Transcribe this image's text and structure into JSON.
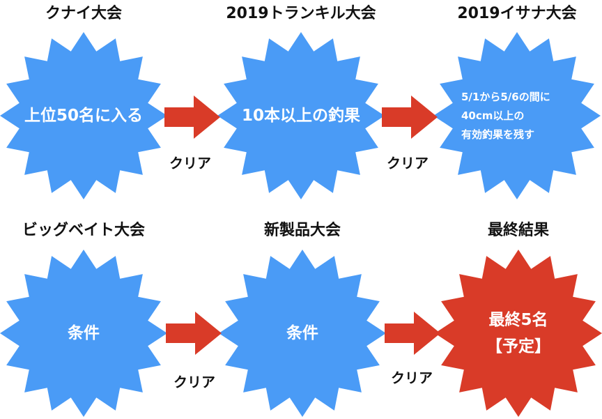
{
  "colors": {
    "blue": "#4a9bf6",
    "red": "#d93b28",
    "arrow": "#d93b28"
  },
  "row1": {
    "stage1": {
      "title": "クナイ大会",
      "lines": [
        "上位50名に入る"
      ]
    },
    "stage2": {
      "title": "2019トランキル大会",
      "lines": [
        "10本以上の釣果"
      ]
    },
    "stage3": {
      "title": "2019イサナ大会",
      "lines": [
        "5/1から5/6の間に",
        "40cm以上の",
        "有効釣果を残す"
      ]
    },
    "clear1": "クリア",
    "clear2": "クリア"
  },
  "row2": {
    "stage1": {
      "title": "ビッグベイト大会",
      "lines": [
        "条件"
      ]
    },
    "stage2": {
      "title": "新製品大会",
      "lines": [
        "条件"
      ]
    },
    "stage3": {
      "title": "最終結果",
      "lines": [
        "最終5名",
        "【予定】"
      ]
    },
    "clear1": "クリア",
    "clear2": "クリア"
  }
}
